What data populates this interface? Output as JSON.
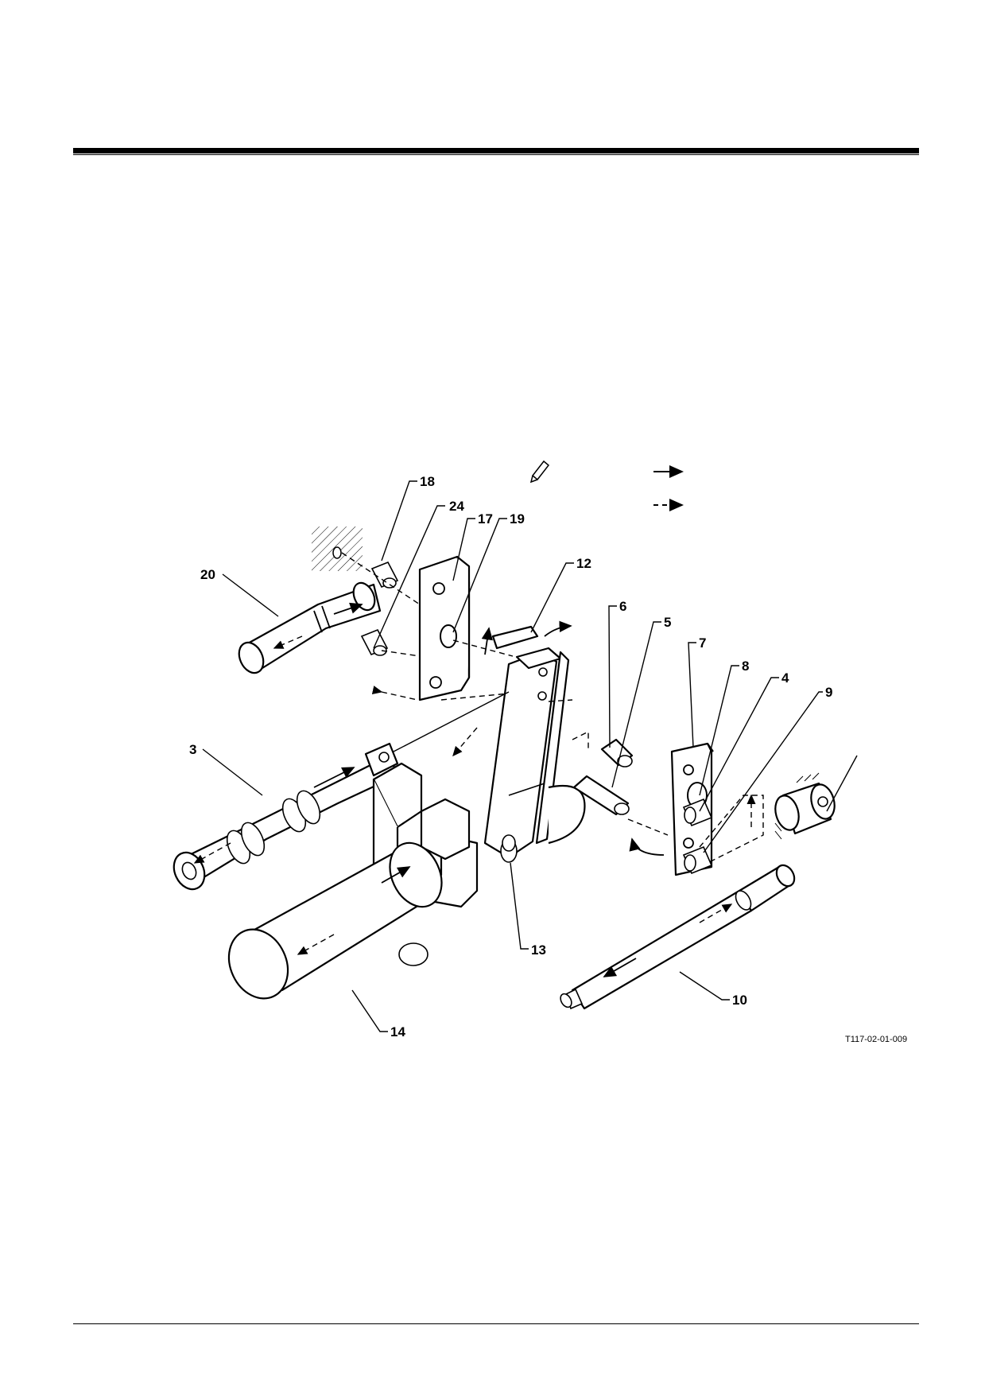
{
  "diagram": {
    "drawing_code": "T117-02-01-009",
    "legend_icon": "pencil-icon",
    "legend": {
      "solid_arrow_icon": "solid-arrow-icon",
      "dashed_arrow_icon": "dashed-arrow-icon"
    },
    "callouts": [
      "18",
      "24",
      "17",
      "19",
      "20",
      "12",
      "6",
      "5",
      "7",
      "8",
      "4",
      "9",
      "3",
      "13",
      "14",
      "10"
    ]
  }
}
